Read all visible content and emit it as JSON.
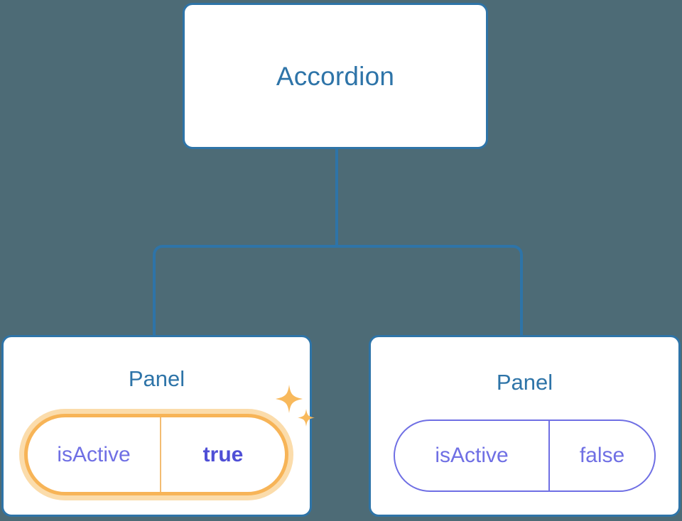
{
  "diagram": {
    "type": "component-tree",
    "background_color": "#4d6b76",
    "edge_color": "#2e74a8",
    "root": {
      "label": "Accordion"
    },
    "children": [
      {
        "label": "Panel",
        "highlighted": true,
        "prop": {
          "key": "isActive",
          "value": "true",
          "emphasis": "bold",
          "border_color": "#f7b457",
          "glow_color": "#fbdcab",
          "key_color": "#6f6fe4",
          "value_color": "#4f4fd6"
        },
        "decoration": "sparkles-icon"
      },
      {
        "label": "Panel",
        "highlighted": false,
        "prop": {
          "key": "isActive",
          "value": "false",
          "emphasis": "normal",
          "border_color": "#6f6fe4",
          "key_color": "#6f6fe4",
          "value_color": "#6f6fe4"
        }
      }
    ]
  }
}
